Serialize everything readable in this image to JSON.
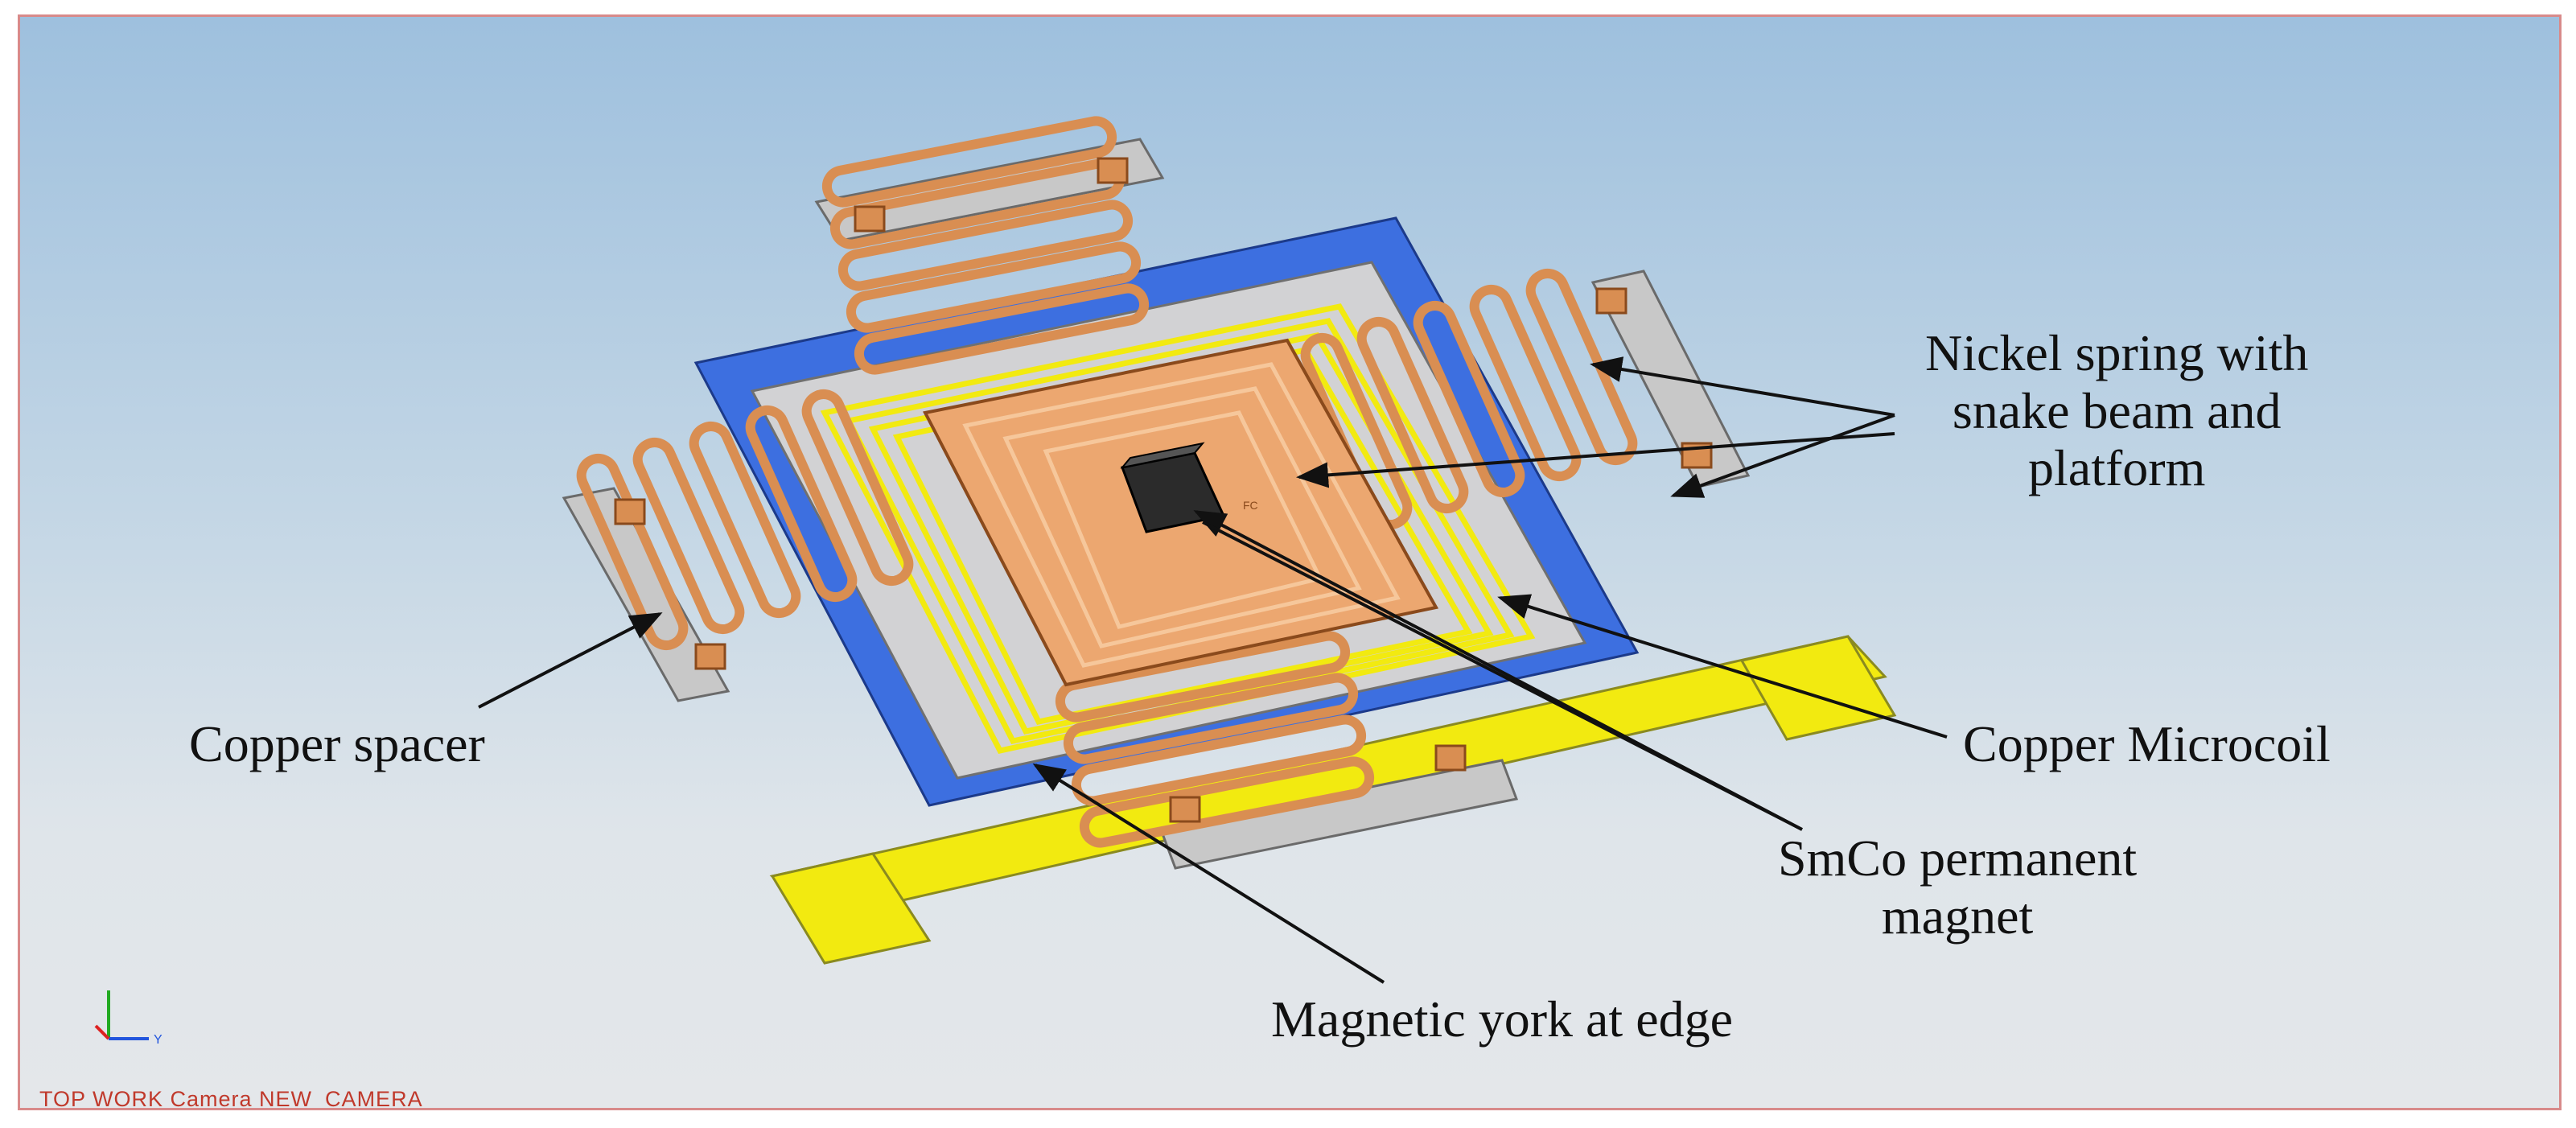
{
  "labels": {
    "nickel_spring": [
      "Nickel spring with",
      "snake beam and",
      "platform"
    ],
    "copper_spacer": "Copper spacer",
    "copper_microcoil": "Copper Microcoil",
    "smco_magnet": [
      "SmCo permanent",
      "magnet"
    ],
    "magnetic_york": "Magnetic york at edge",
    "magnet_marker": "FC"
  },
  "viewport": {
    "camera_label": "TOP WORK Camera NEW_CAMERA",
    "axis_y_label": "Y"
  },
  "colors": {
    "copper": "#d98e52",
    "copper_dark": "#8a4a1c",
    "yoke_blue": "#3d6fe0",
    "spacer_gray": "#c8c8c8",
    "coil_yellow": "#f2ea10",
    "magnet_black": "#2b2b2b",
    "frame_border": "#d88a8a"
  }
}
